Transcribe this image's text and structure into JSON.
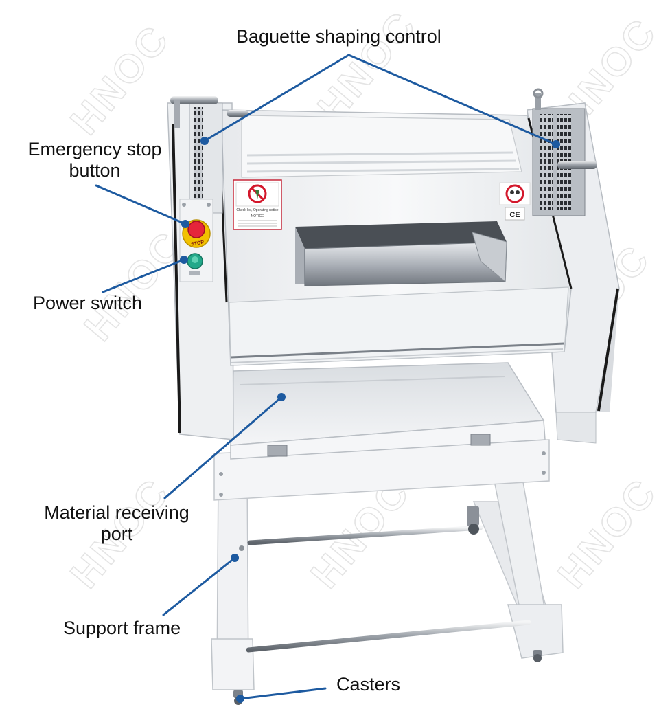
{
  "watermark": "HNOC",
  "labels": {
    "baguette_shaping_control": "Baguette shaping control",
    "emergency_stop_line1": "Emergency stop",
    "emergency_stop_line2": "button",
    "power_switch": "Power switch",
    "material_receiving_line1": "Material receiving",
    "material_receiving_line2": "port",
    "support_frame": "Support frame",
    "casters": "Casters"
  },
  "panel": {
    "warning_text": "Check list, Operating notice",
    "notice_heading": "NOTICE",
    "stop_text": "STOP",
    "ce_mark": "CE"
  },
  "colors": {
    "callout_line": "#1d5aa0",
    "callout_dot": "#1d5aa0",
    "machine_body": "#f3f4f6",
    "stop_button": "#e5253a",
    "stop_ring": "#f2c100",
    "power_button": "#23a88a"
  }
}
